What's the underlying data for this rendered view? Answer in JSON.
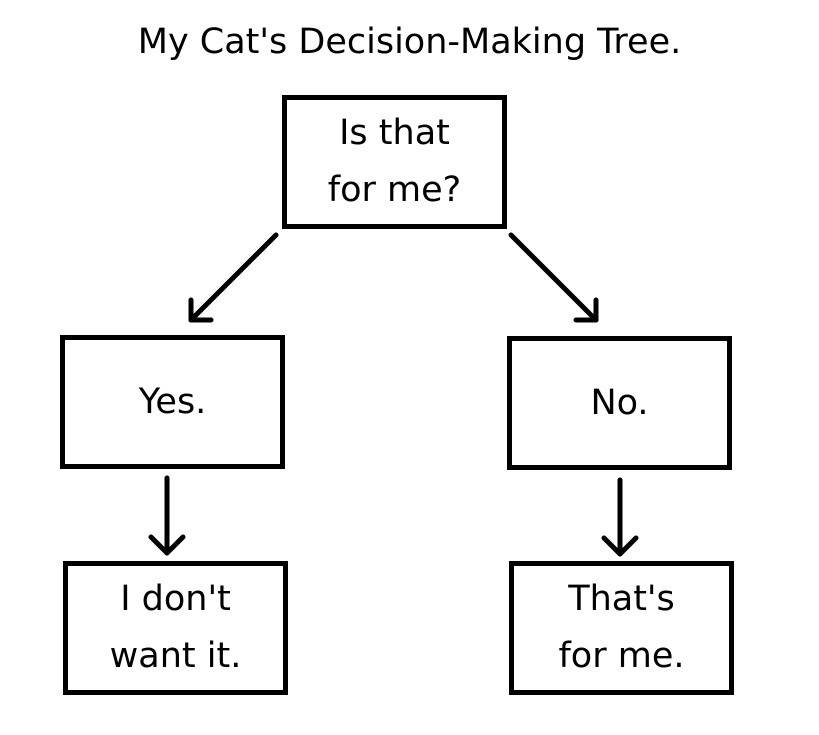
{
  "diagram": {
    "title": "My Cat's Decision-Making Tree.",
    "nodes": {
      "root": {
        "line1": "Is that",
        "line2": "for me?"
      },
      "yes": {
        "label": "Yes."
      },
      "no": {
        "label": "No."
      },
      "yes_outcome": {
        "line1": "I don't",
        "line2": "want it."
      },
      "no_outcome": {
        "line1": "That's",
        "line2": "for me."
      }
    },
    "edges": [
      {
        "from": "root",
        "to": "yes"
      },
      {
        "from": "root",
        "to": "no"
      },
      {
        "from": "yes",
        "to": "yes_outcome"
      },
      {
        "from": "no",
        "to": "no_outcome"
      }
    ],
    "colors": {
      "stroke": "#000000",
      "background": "#ffffff"
    }
  }
}
